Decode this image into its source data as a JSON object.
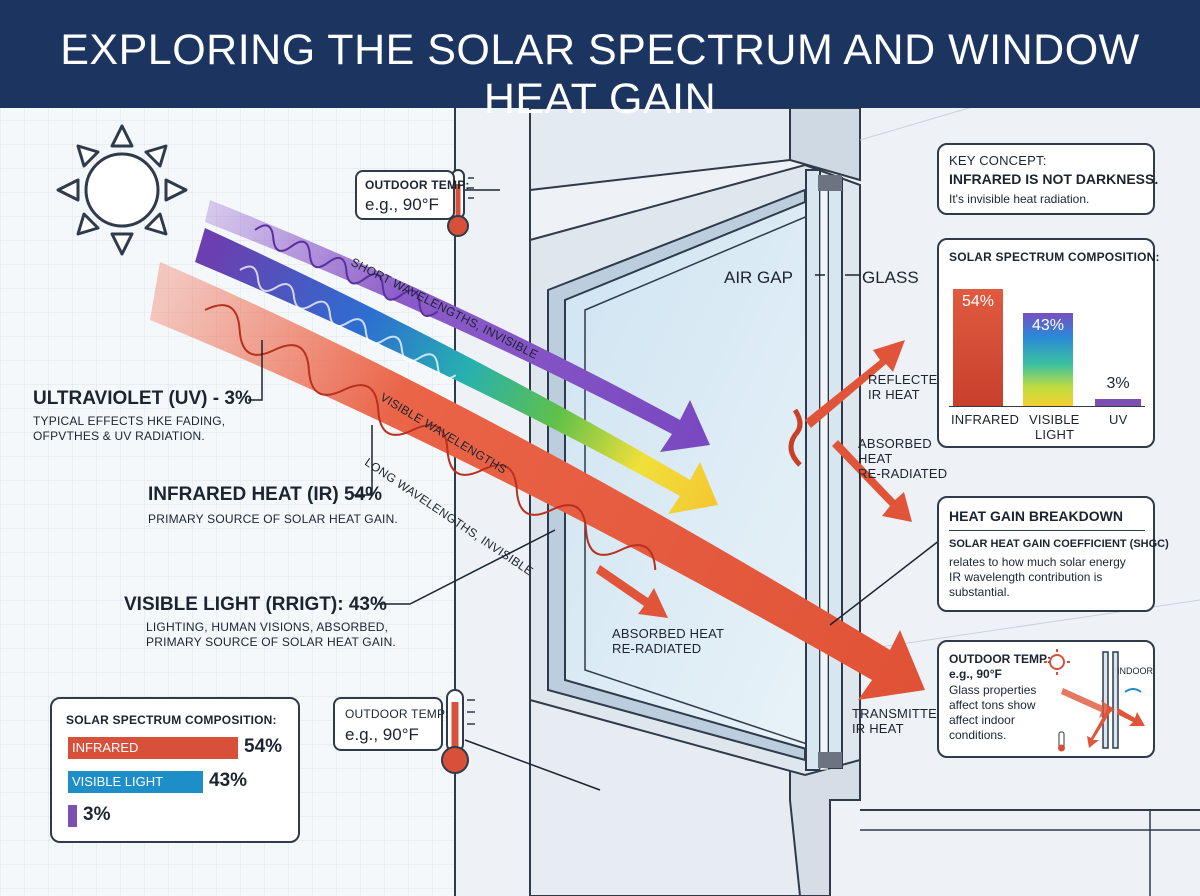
{
  "title": "EXPLORING THE SOLAR SPECTRUM AND WINDOW HEAT GAIN",
  "colors": {
    "banner": "#1c3560",
    "infrared": "#d9503a",
    "visible_blue": "#1e8ec8",
    "uv": "#7d4fb0"
  },
  "icons": [
    "sun-icon",
    "thermometer-icon"
  ],
  "beams": {
    "short": "SHORT WAVELENGTHS, INVISIBLE",
    "visible": "VISIBLE WAVELENGTHS",
    "long": "LONG WAVELENGTHS, INVISIBLE"
  },
  "outdoor_top": {
    "label": "OUTDOOR TEMP:",
    "value": "e.g., 90°F"
  },
  "outdoor_bottom": {
    "label": "OUTDOOR TEMP:",
    "value": "e.g., 90°F"
  },
  "labels": {
    "uv": {
      "title": "ULTRAVIOLET (UV) - 3%",
      "sub": [
        "TYPICAL EFFECTS HKE FADING,",
        "OFPVTHES & UV RADIATION."
      ]
    },
    "ir": {
      "title": "INFRARED HEAT (IR) 54%",
      "sub": [
        "PRIMARY SOURCE OF SOLAR HEAT GAIN."
      ]
    },
    "vis": {
      "title": "VISIBLE LIGHT (RRIGT): 43%",
      "sub": [
        "LIGHTING, HUMAN VISIONS, ABSORBED,",
        "PRIMARY SOURCE OF SOLAR HEAT GAIN."
      ]
    }
  },
  "window_labels": {
    "air_gap": "AIR GAP",
    "glass": "GLASS",
    "reflected": [
      "REFLECTED",
      "IR HEAT"
    ],
    "absorbed_right": [
      "ABSORBED",
      "HEAT",
      "RE-RADIATED"
    ],
    "absorbed_left": [
      "ABSORBED HEAT",
      "RE-RADIATED"
    ],
    "transmitted": [
      "TRANSMITTED",
      "IR HEAT"
    ]
  },
  "key_concept": {
    "label": "KEY CONCEPT:",
    "headline": "INFRARED IS NOT DARKNESS.",
    "note": "It's invisible heat radiation."
  },
  "composition_right": {
    "title": "SOLAR SPECTRUM COMPOSITION:",
    "bars": [
      {
        "name": [
          "INFRARED"
        ],
        "pct": "54%"
      },
      {
        "name": [
          "VISIBLE",
          "LIGHT"
        ],
        "pct": "43%"
      },
      {
        "name": [
          "UV"
        ],
        "pct": "3%"
      }
    ]
  },
  "heat_gain": {
    "title": "HEAT GAIN BREAKDOWN",
    "shgc": "SOLAR HEAT GAIN COEFFICIENT (SHGC)",
    "lines": [
      "relates to how much solar energy",
      "IR wavelength contribution is",
      "substantial."
    ]
  },
  "outdoor_box": {
    "label": "OUTDOOR TEMP:",
    "value": "e.g., 90°F",
    "lines": [
      "Glass properties",
      "affect tons show",
      "affect indoor",
      "conditions."
    ],
    "indoor": "INDOOR"
  },
  "composition_left": {
    "title": "SOLAR SPECTRUM COMPOSITION:",
    "bars": [
      {
        "name": "INFRARED",
        "pct": "54%"
      },
      {
        "name": "VISIBLE LIGHT",
        "pct": "43%"
      },
      {
        "name": "",
        "pct": "3%"
      }
    ]
  },
  "chart_data": [
    {
      "type": "bar",
      "title": "SOLAR SPECTRUM COMPOSITION:",
      "categories": [
        "INFRARED",
        "VISIBLE LIGHT",
        "UV"
      ],
      "values": [
        54,
        43,
        3
      ],
      "unit": "%",
      "orientation": "vertical"
    },
    {
      "type": "bar",
      "title": "SOLAR SPECTRUM COMPOSITION:",
      "categories": [
        "INFRARED",
        "VISIBLE LIGHT",
        ""
      ],
      "values": [
        54,
        43,
        3
      ],
      "unit": "%",
      "orientation": "horizontal"
    }
  ]
}
